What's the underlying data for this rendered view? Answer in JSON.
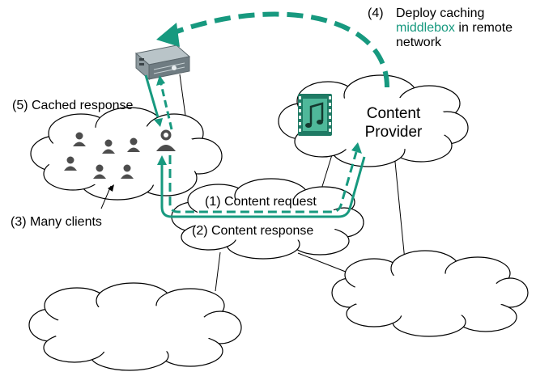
{
  "colors": {
    "accent": "#17997f",
    "outline": "#000000",
    "cloud_fill": "#ffffff",
    "client_icon": "#4d4d4d",
    "server_icon": "#76848a"
  },
  "icons": {
    "server": "server-rack-icon",
    "film": "film-strip-music-icon",
    "client": "person-icon"
  },
  "labels": {
    "step4_num": "(4)",
    "step4_line1": "Deploy caching",
    "step4_accent": "middlebox",
    "step4_line2_rest": " in remote",
    "step4_line3": "network",
    "step5": "(5) Cached response",
    "step3": "(3) Many clients",
    "step1": "(1) Content request",
    "step2": "(2) Content response",
    "content_provider_line1": "Content",
    "content_provider_line2": "Provider"
  }
}
